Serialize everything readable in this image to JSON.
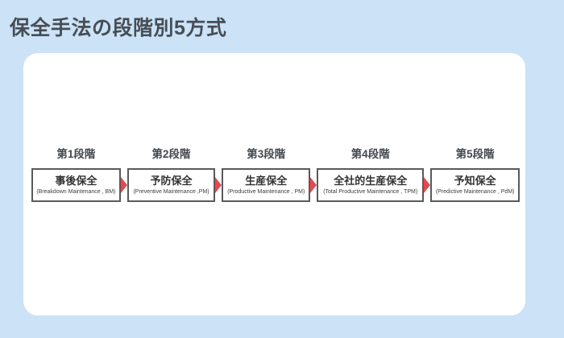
{
  "page": {
    "title": "保全手法の段階別5方式"
  },
  "colors": {
    "background": "#cbe2f7",
    "card_background": "#ffffff",
    "title_text": "#474d54",
    "stage_label_text": "#43484e",
    "box_border": "#595a5c",
    "box_text": "#333333",
    "arrow_red": "#e8484d"
  },
  "icons": {
    "arrow": "right-triangle-arrow-icon"
  },
  "stages": [
    {
      "stage_label": "第1段階",
      "name": "事後保全",
      "subtitle": "(Breakdown Maintenance , BM)"
    },
    {
      "stage_label": "第2段階",
      "name": "予防保全",
      "subtitle": "(Preventive Maintenance ,PM)"
    },
    {
      "stage_label": "第3段階",
      "name": "生産保全",
      "subtitle": "(Productive Maintenance , PM)"
    },
    {
      "stage_label": "第4段階",
      "name": "全社的生産保全",
      "subtitle": "(Total Productive Maintenance , TPM)"
    },
    {
      "stage_label": "第5段階",
      "name": "予知保全",
      "subtitle": "(Predictive Maintenance , PdM)"
    }
  ]
}
